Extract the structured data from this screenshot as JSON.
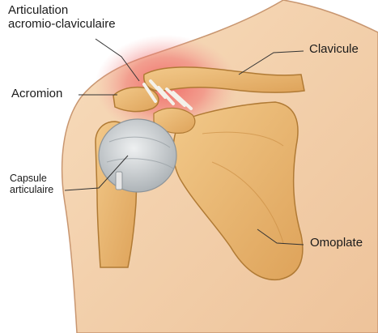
{
  "labels": {
    "acromioclavicular": {
      "line1": "Articulation",
      "line2": "acromio-claviculaire"
    },
    "clavicle": "Clavicule",
    "acromion": "Acromion",
    "capsule": {
      "line1": "Capsule",
      "line2": "articulaire"
    },
    "scapula": "Omoplate"
  },
  "colors": {
    "skin": "#f3cfa6",
    "skin_edge": "#c89670",
    "bone": "#e9b56b",
    "bone_edge": "#b07a34",
    "capsule": "#cfd3d6",
    "highlight": "#f08080",
    "leader_line": "#333333"
  }
}
